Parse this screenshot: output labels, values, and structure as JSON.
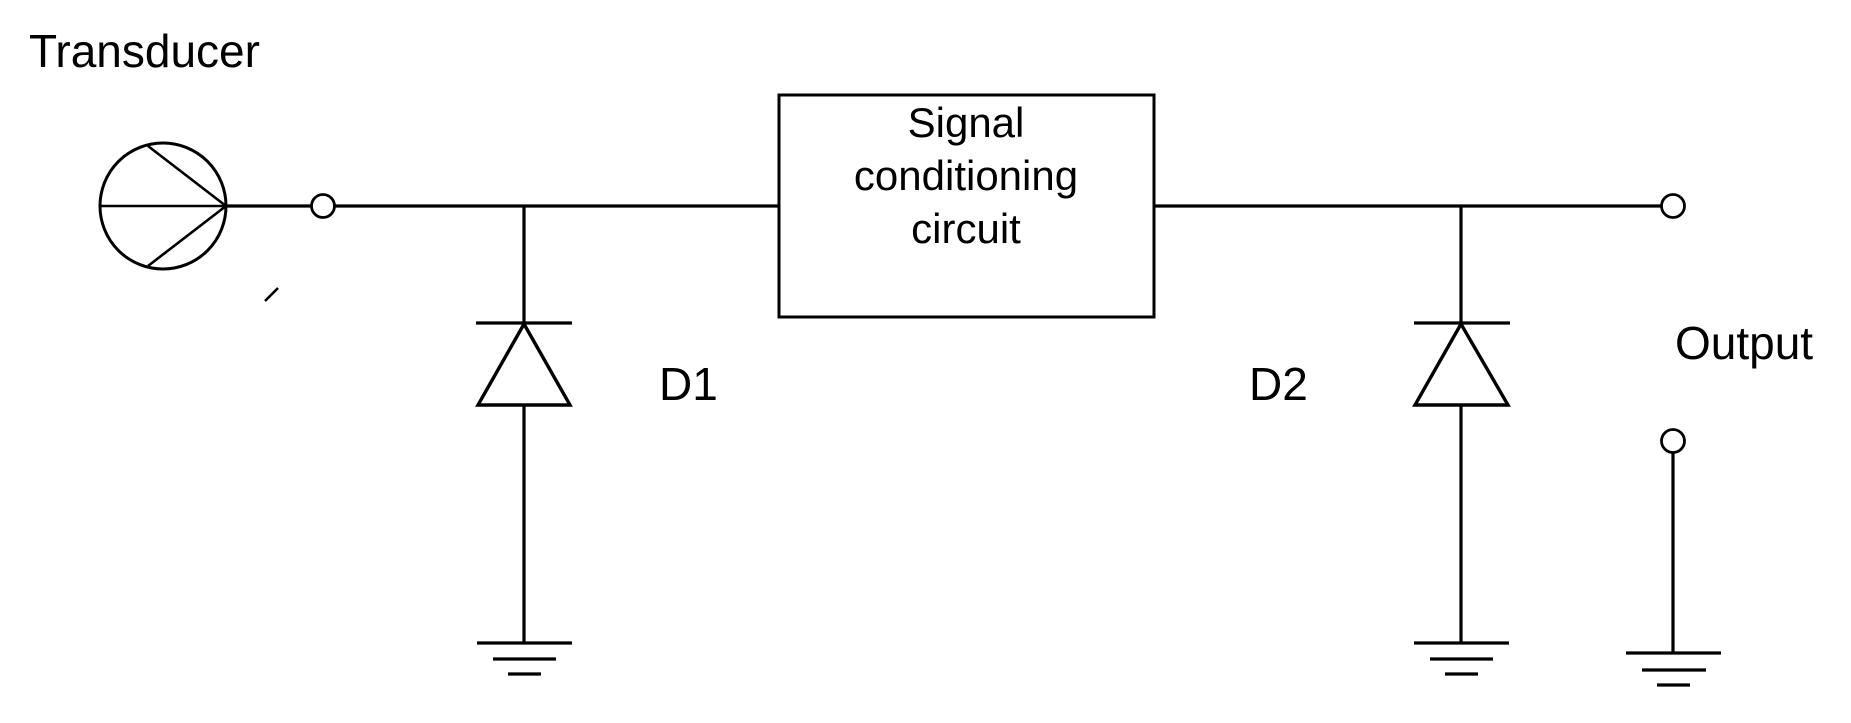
{
  "diagram": {
    "title_label": "Transducer",
    "output_label": "Output",
    "block_line1": "Signal",
    "block_line2": "conditioning",
    "block_line3": "circuit",
    "diode1_label": "D1",
    "diode2_label": "D2",
    "stroke_color": "#000000",
    "background_color": "#ffffff"
  },
  "components": [
    {
      "name": "transducer-symbol",
      "type": "sensor",
      "label": "Transducer"
    },
    {
      "name": "input-terminal",
      "type": "terminal",
      "label": ""
    },
    {
      "name": "diode-d1",
      "type": "diode",
      "label": "D1"
    },
    {
      "name": "signal-conditioning-block",
      "type": "block",
      "label": "Signal conditioning circuit"
    },
    {
      "name": "diode-d2",
      "type": "diode",
      "label": "D2"
    },
    {
      "name": "output-terminal-positive",
      "type": "terminal",
      "label": "Output"
    },
    {
      "name": "output-terminal-ground",
      "type": "terminal",
      "label": ""
    },
    {
      "name": "ground-d1",
      "type": "ground",
      "label": ""
    },
    {
      "name": "ground-d2",
      "type": "ground",
      "label": ""
    },
    {
      "name": "ground-output",
      "type": "ground",
      "label": ""
    }
  ]
}
